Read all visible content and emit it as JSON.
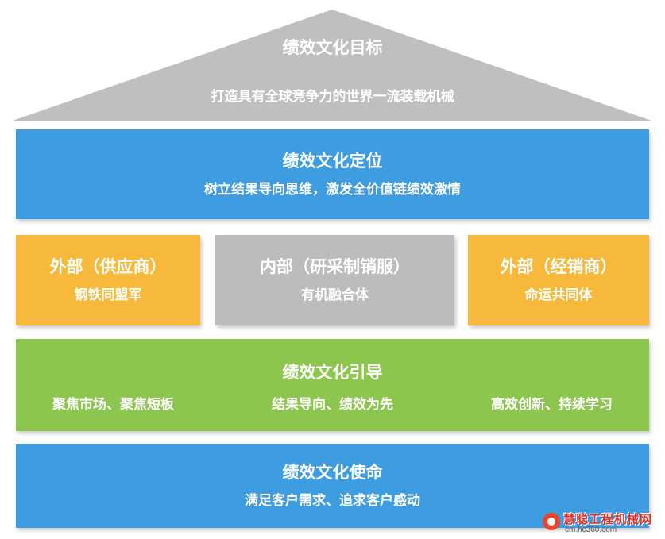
{
  "roof": {
    "title": "绩效文化目标",
    "subtitle": "打造具有全球竞争力的世界一流装载机械",
    "color": "#bfbfbf"
  },
  "positioning": {
    "title": "绩效文化定位",
    "subtitle": "树立结果导向思维，激发全价值链绩效激情",
    "color": "#3d9de0"
  },
  "pillars": [
    {
      "title": "外部（供应商）",
      "subtitle": "钢铁同盟军",
      "color": "#f6b93b"
    },
    {
      "title": "内部（研采制销服）",
      "subtitle": "有机融合体",
      "color": "#bcbcbc"
    },
    {
      "title": "外部（经销商）",
      "subtitle": "命运共同体",
      "color": "#f6b93b"
    }
  ],
  "guidance": {
    "title": "绩效文化引导",
    "items": [
      "聚焦市场、聚焦短板",
      "结果导向、绩效为先",
      "高效创新、持续学习"
    ],
    "color": "#8dc64e"
  },
  "mission": {
    "title": "绩效文化使命",
    "subtitle": "满足客户需求、追求客户感动",
    "color": "#3d9de0"
  },
  "watermark": {
    "name": "慧聪工程机械网",
    "url": "cm.hc360.com"
  }
}
